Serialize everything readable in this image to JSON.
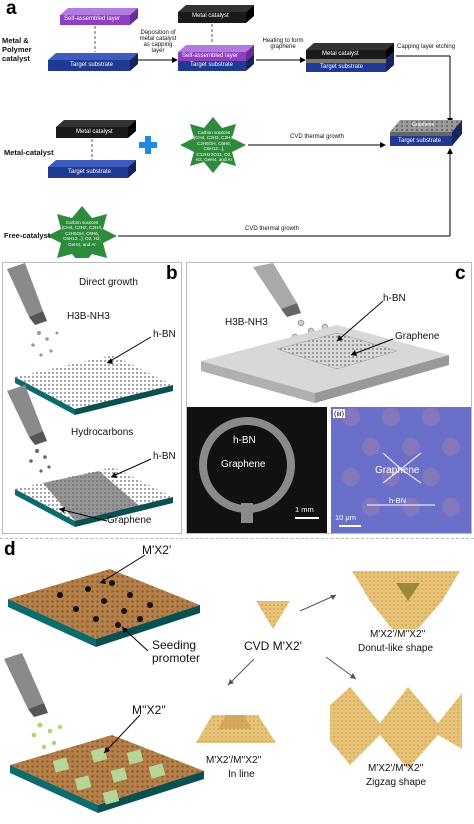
{
  "panel_a": {
    "letter": "a",
    "row1_label": "Metal & Polymer catalyst",
    "self_assembled_layer": "Self-assembled layer",
    "target_substrate": "Target substrate",
    "arrow1_text": "Deposition of metal catalyst as capping layer",
    "metal_catalyst": "Metal catalyst",
    "self_assembled_layer2": "Self-assembled layer",
    "target_substrate2": "Target substrate",
    "arrow2_text": "Heating to form graphene",
    "metal_catalyst3": "Metal catalyst",
    "target_substrate3": "Target substrate",
    "arrow3_text": "Capping layer etching",
    "row2_label": "Metal-catalyst",
    "metal_catalyst4": "Metal catalyst",
    "target_substrate4": "Target substrate",
    "carbon_sources_1": "Carbon sources [CH4, C2H2, C2H4, C2H5OH, C6H6, C6H12...], C12H22O11, O2, H2, GeH4, and Ar",
    "cvd1": "CVD thermal growth",
    "graphene_label": "Graphene",
    "target_substrate5": "Target substrate",
    "row3_label": "Free-catalyst",
    "carbon_sources_2": "Carbon sources [CH4, C2H2, C2H4, C2H5OH, C6H6, C6H12...], O2, H2, GeH4, and Ar",
    "cvd2": "CVD thermal growth"
  },
  "panel_b": {
    "letter": "b",
    "direct_growth": "Direct growth",
    "precursor": "H3B-NH3",
    "hbn1": "h-BN",
    "hydrocarbons": "Hydrocarbons",
    "hbn2": "h-BN",
    "graphene": "Graphene"
  },
  "panel_c": {
    "letter": "c",
    "precursor": "H3B-NH3",
    "hbn": "h-BN",
    "graphene": "Graphene",
    "hbn_inset": "h-BN",
    "graphene_inset": "Graphene",
    "scale1": "1 mm",
    "sub_iii": "(iii)",
    "graphene_inset2": "Graphene",
    "hbn_inset2": "h-BN",
    "scale2": "10 μm"
  },
  "panel_d": {
    "letter": "d",
    "mx2_prime": "M'X2'",
    "seeding_promoter": "Seeding promoter",
    "cvd_label": "CVD M'X2'",
    "mx2_double": "M''X2''",
    "donut_title": "M'X2'/M''X2''",
    "donut_sub": "Donut-like shape",
    "inline_title": "M'X2'/M''X2''",
    "inline_sub": "In line",
    "zigzag_title": "M'X2'/M''X2''",
    "zigzag_sub": "Zigzag shape"
  },
  "colors": {
    "substrate_blue": "#1f3a93",
    "metal_black": "#1a1a1a",
    "sam_purple": "#8e3fc2",
    "carbon_green": "#2e8b3c",
    "plus_blue": "#1e88e5",
    "teal_base": "#0e6b6b",
    "bronze": "#b5804a",
    "gold": "#e2b867",
    "purple_micrograph": "#6a6fc9"
  }
}
